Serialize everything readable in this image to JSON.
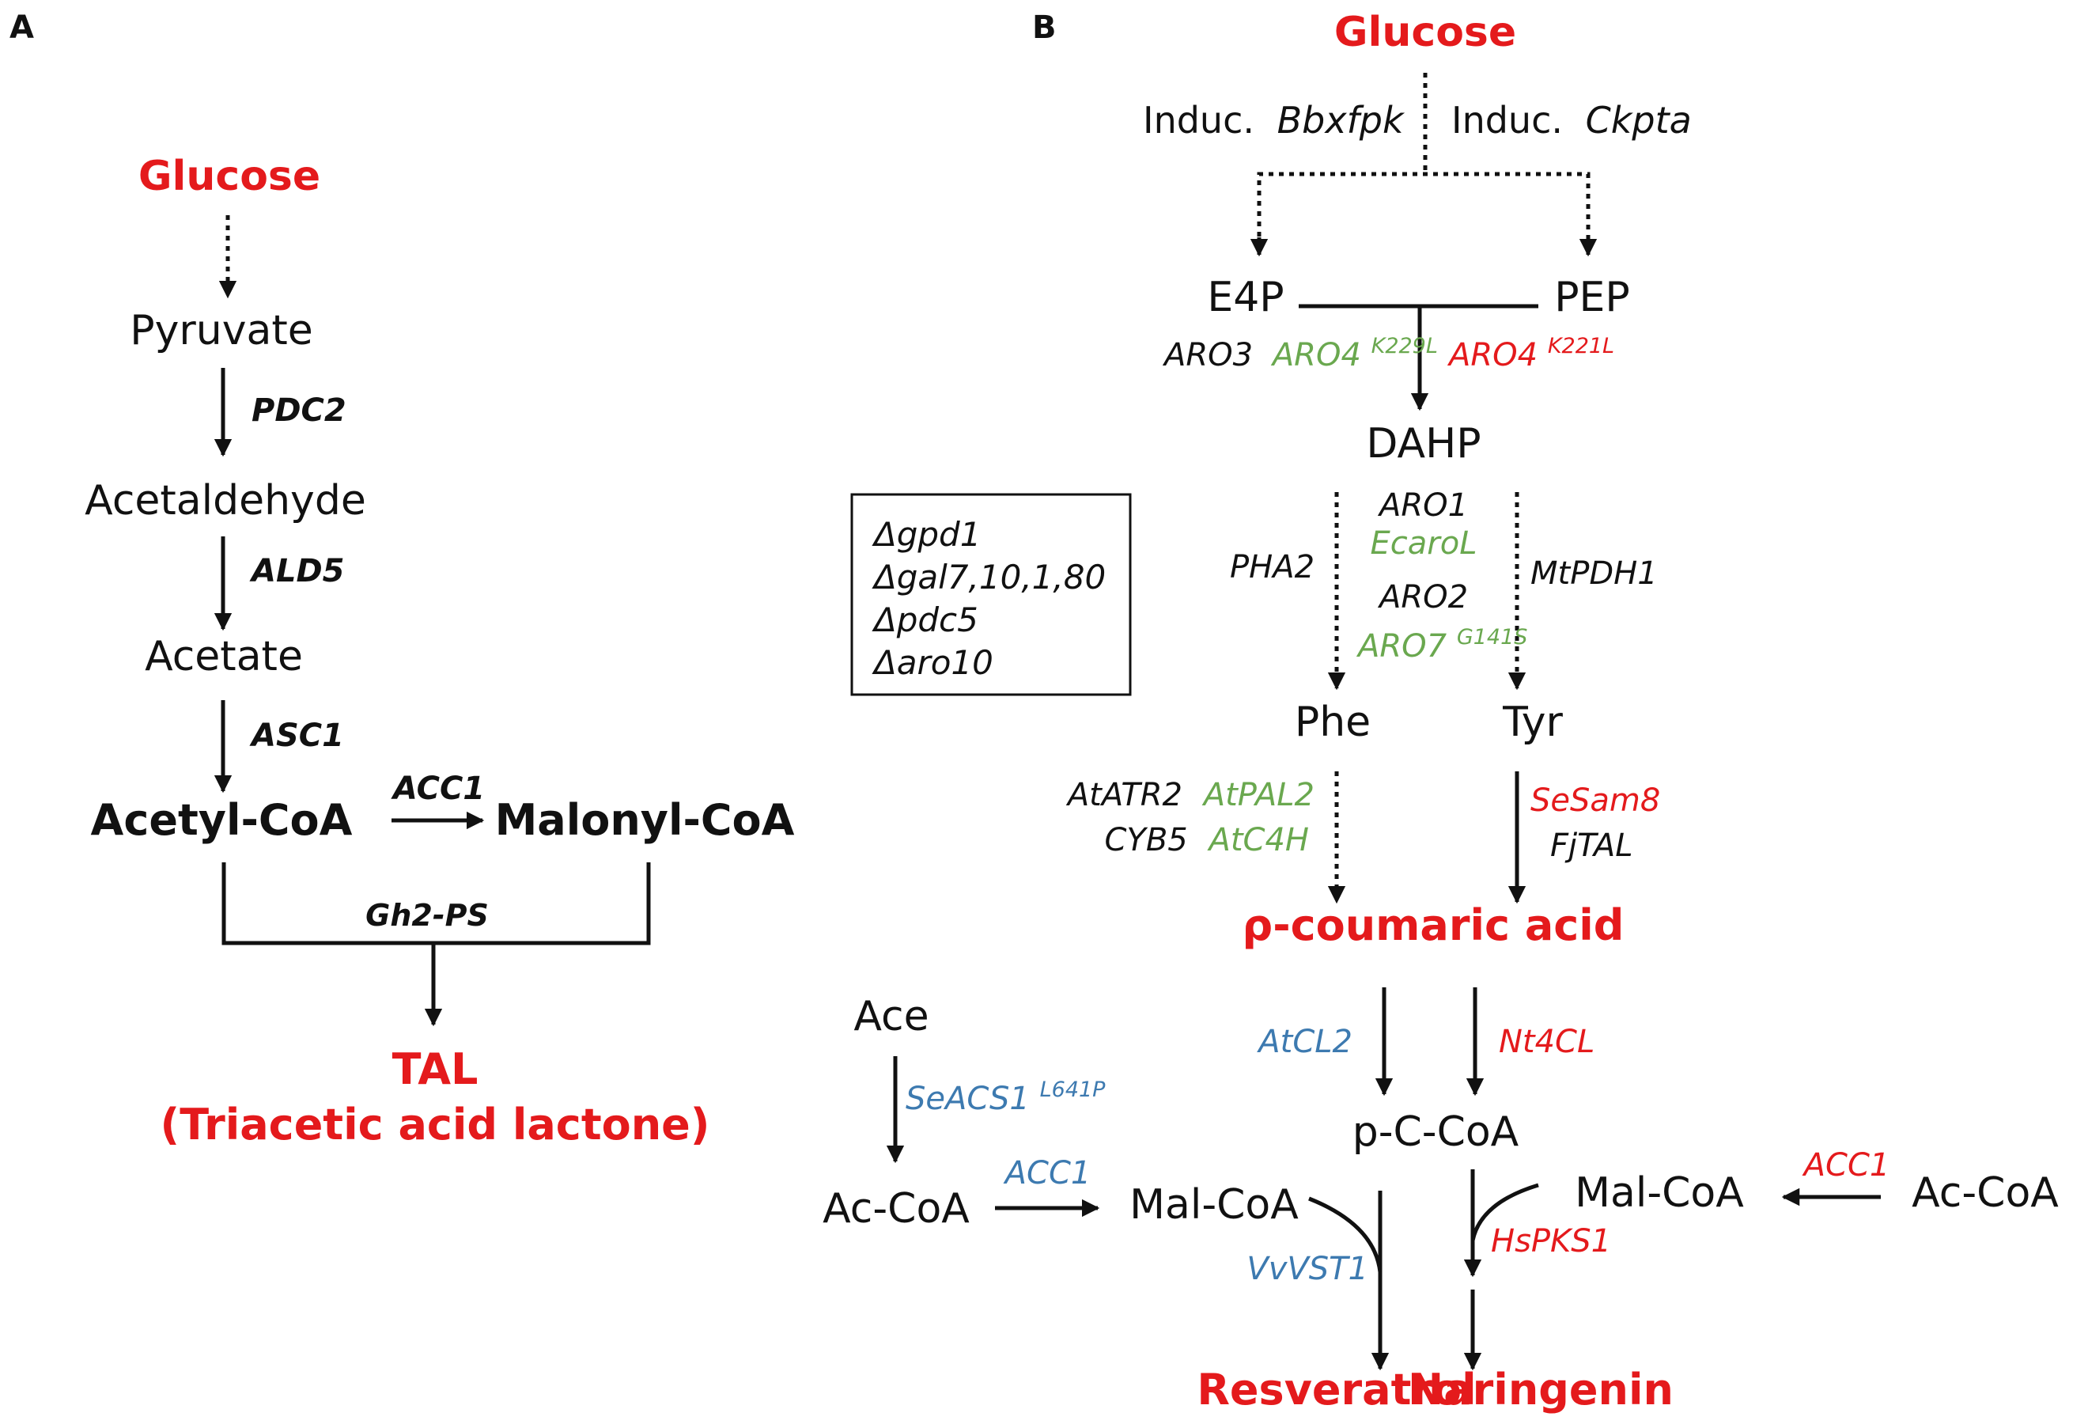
{
  "panel_a": {
    "label": "A",
    "glucose": "Glucose",
    "pyruvate": "Pyruvate",
    "pdc2": "PDC2",
    "acetaldehyde": "Acetaldehyde",
    "ald5": "ALD5",
    "acetate": "Acetate",
    "asc1": "ASC1",
    "acetyl_coa": "Acetyl-CoA",
    "acc1": "ACC1",
    "malonyl_coa": "Malonyl-CoA",
    "gh2ps": "Gh2-PS",
    "tal": "TAL",
    "tal_full": "(Triacetic acid lactone)"
  },
  "panel_b": {
    "label": "B",
    "glucose": "Glucose",
    "induc": "Induc.",
    "bbxfpk": "Bbxfpk",
    "ckpta": "Ckpta",
    "e4p": "E4P",
    "pep": "PEP",
    "aro3": "ARO3",
    "aro4_k229l": "ARO4",
    "aro4_k229l_sup": "K229L",
    "aro4_k221l": "ARO4",
    "aro4_k221l_sup": "K221L",
    "dahp": "DAHP",
    "deletions": [
      "Δgpd1",
      "Δgal7,10,1,80",
      "Δpdc5",
      "Δaro10"
    ],
    "aro1": "ARO1",
    "ecarol": "EcaroL",
    "pha2": "PHA2",
    "aro2": "ARO2",
    "mtpdh1": "MtPDH1",
    "aro7": "ARO7",
    "aro7_sup": "G141S",
    "phe": "Phe",
    "tyr": "Tyr",
    "atatr2": "AtATR2",
    "atpal2": "AtPAL2",
    "cyb5": "CYB5",
    "atc4h": "AtC4H",
    "sesam8": "SeSam8",
    "fjtal": "FjTAL",
    "p_coumaric": "ρ-coumaric acid",
    "ace": "Ace",
    "seacs1": "SeACS1",
    "seacs1_sup": "L641P",
    "atcl2": "AtCL2",
    "nt4cl": "Nt4CL",
    "pc_coa": "p-C-CoA",
    "ac_coa_left": "Ac-CoA",
    "acc1_left": "ACC1",
    "mal_coa_left": "Mal-CoA",
    "mal_coa_right": "Mal-CoA",
    "acc1_right": "ACC1",
    "ac_coa_right": "Ac-CoA",
    "hspks1": "HsPKS1",
    "vvvst1": "VvVST1",
    "resveratrol": "Resveratrol",
    "naringenin": "Naringenin"
  },
  "colors": {
    "product_red": "#e41a1c",
    "enzyme_green": "#6aa84f",
    "enzyme_blue": "#3d7ab0",
    "black": "#111111"
  }
}
